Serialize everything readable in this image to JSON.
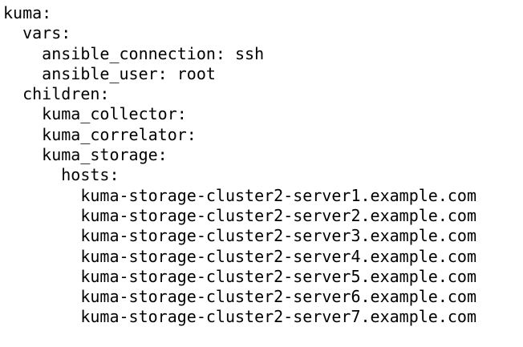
{
  "document": {
    "kind": "yaml-inventory",
    "text_color": "#000000",
    "background_color": "#ffffff",
    "lines": [
      "kuma:",
      "  vars:",
      "    ansible_connection: ssh",
      "    ansible_user: root",
      "  children:",
      "    kuma_collector:",
      "    kuma_correlator:",
      "    kuma_storage:",
      "      hosts:",
      "        kuma-storage-cluster2-server1.example.com",
      "        kuma-storage-cluster2-server2.example.com",
      "        kuma-storage-cluster2-server3.example.com",
      "        kuma-storage-cluster2-server4.example.com",
      "        kuma-storage-cluster2-server5.example.com",
      "        kuma-storage-cluster2-server6.example.com",
      "        kuma-storage-cluster2-server7.example.com"
    ]
  }
}
